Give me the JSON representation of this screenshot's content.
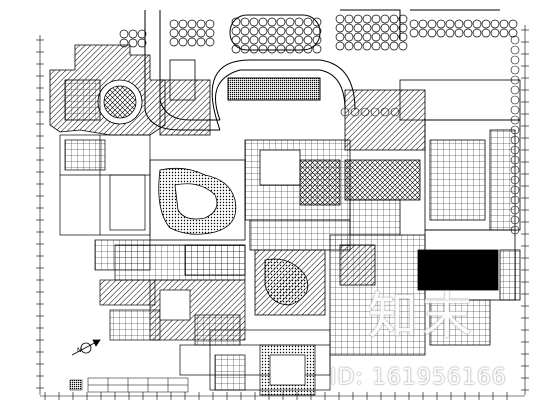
{
  "drawing": {
    "kind": "architectural site plan",
    "line_color": "#000000",
    "background": "#ffffff",
    "north_arrow_icon": "north-arrow-icon"
  },
  "watermark": {
    "logo_text": "知末",
    "id_text": "ID: 161956166",
    "color": "#ffffff"
  }
}
